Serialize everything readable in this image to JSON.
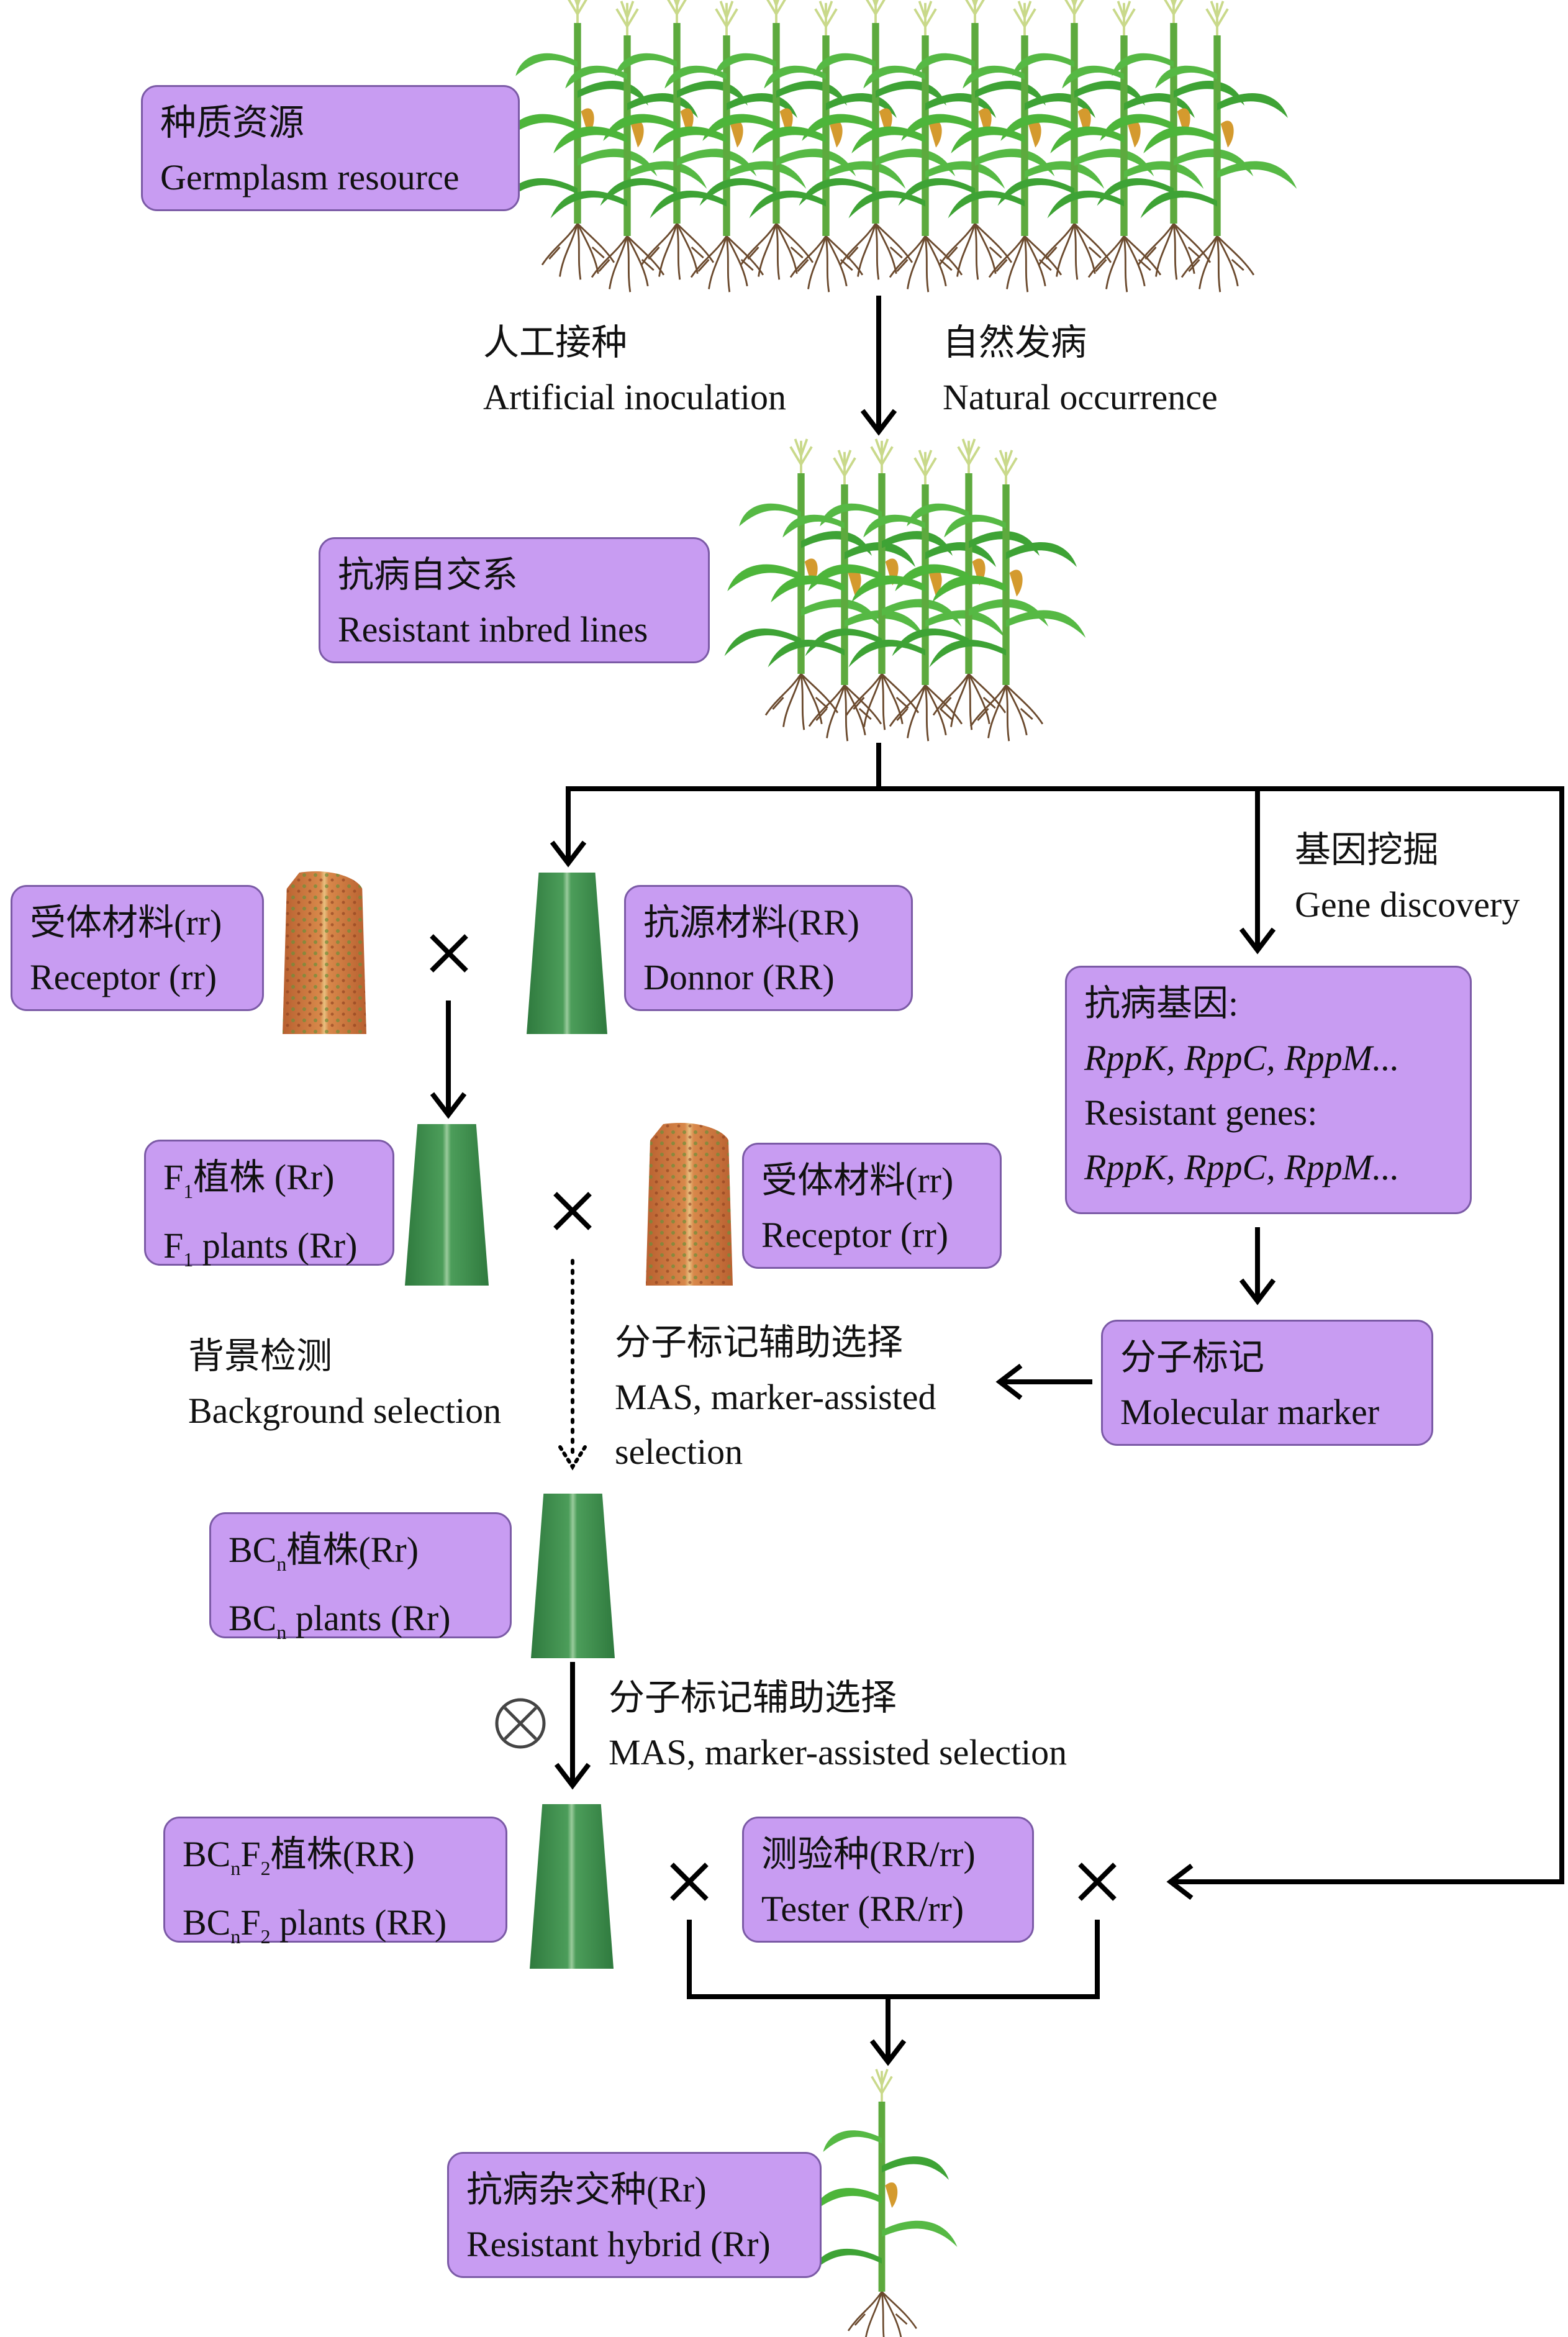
{
  "boxes": {
    "germplasm": {
      "zh": "种质资源",
      "en": "Germplasm resource"
    },
    "inbred": {
      "zh": "抗病自交系",
      "en": "Resistant inbred lines"
    },
    "receptor1": {
      "zh": "受体材料(rr)",
      "en": "Receptor (rr)"
    },
    "donor": {
      "zh": "抗源材料(RR)",
      "en": "Donnor (RR)"
    },
    "genes": {
      "zh": "抗病基因:",
      "list_a": "RppK, RppC, RppM...",
      "en": "Resistant genes:",
      "list_b": "RppK, RppC, RppM..."
    },
    "f1": {
      "prefix": "F",
      "sub": "1",
      "zh_rest": "植株 (Rr)",
      "en_rest": "plants (Rr)"
    },
    "receptor2": {
      "zh": "受体材料(rr)",
      "en": "Receptor (rr)"
    },
    "marker": {
      "zh": "分子标记",
      "en": "Molecular marker"
    },
    "bcn": {
      "prefix": "BC",
      "sub": "n",
      "zh_rest": "植株(Rr)",
      "en_rest": "plants (Rr)"
    },
    "bcnf2": {
      "prefix": "BC",
      "sub": "n",
      "mid": "F",
      "sub2": "2",
      "zh_rest": "植株(RR)",
      "en_rest": "plants (RR)"
    },
    "tester": {
      "zh": "测验种(RR/rr)",
      "en": "Tester (RR/rr)"
    },
    "hybrid": {
      "zh": "抗病杂交种(Rr)",
      "en": "Resistant hybrid (Rr)"
    }
  },
  "labels": {
    "artificial": {
      "zh": "人工接种",
      "en": "Artificial inoculation"
    },
    "natural": {
      "zh": "自然发病",
      "en": "Natural occurrence"
    },
    "gene_discovery": {
      "zh": "基因挖掘",
      "en": "Gene discovery"
    },
    "background": {
      "zh": "背景检测",
      "en": "Background selection"
    },
    "mas1": {
      "zh": "分子标记辅助选择",
      "en1": "MAS, marker-assisted",
      "en2": "selection"
    },
    "mas2": {
      "zh": "分子标记辅助选择",
      "en": "MAS, marker-assisted selection"
    }
  },
  "colors": {
    "box_fill": "#C89CF2",
    "box_border": "#7B5AA6",
    "leaf_green": "#3E8F4E",
    "leaf_diseased": "#C8703A",
    "plant_green": "#4DB53A",
    "root": "#6B4A2E"
  }
}
